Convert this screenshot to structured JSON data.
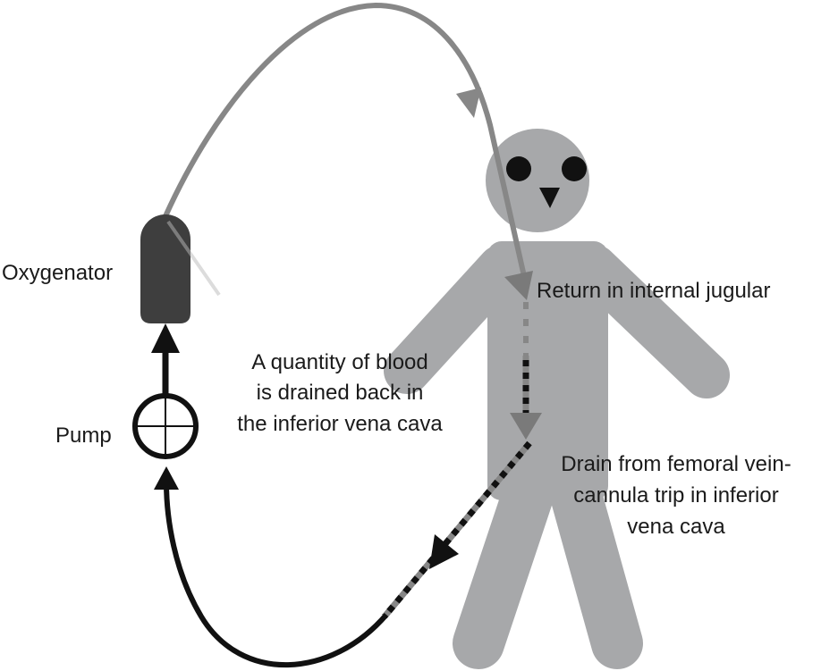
{
  "labels": {
    "oxygenator": "Oxygenator",
    "pump": "Pump",
    "drained_note": [
      "A quantity of blood",
      "is drained back in",
      "the inferior vena cava"
    ],
    "return": "Return in internal jugular",
    "drain": [
      "Drain from femoral vein-",
      "cannula trip in inferior",
      "vena cava"
    ]
  },
  "colors": {
    "body": "#a7a8aa",
    "return_line": "#878787",
    "drain_line": "#1a1a1a",
    "oxygenator": "#3e3e3e"
  }
}
